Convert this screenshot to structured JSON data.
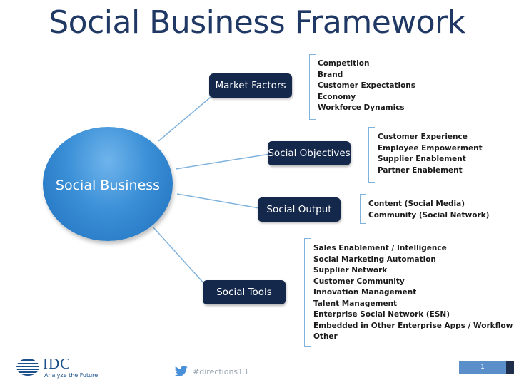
{
  "title": "Social Business Framework",
  "hub": {
    "label": "Social Business"
  },
  "branches": [
    {
      "label": "Market Factors",
      "items": [
        "Competition",
        "Brand",
        "Customer Expectations",
        "Economy",
        "Workforce Dynamics"
      ]
    },
    {
      "label": "Social Objectives",
      "items": [
        "Customer Experience",
        "Employee Empowerment",
        "Supplier Enablement",
        "Partner Enablement"
      ]
    },
    {
      "label": "Social Output",
      "items": [
        "Content (Social Media)",
        "Community (Social Network)"
      ]
    },
    {
      "label": "Social Tools",
      "items": [
        "Sales Enablement / Intelligence",
        "Social Marketing Automation",
        "Supplier Network",
        "Customer Community",
        "Innovation Management",
        "Talent Management",
        "Enterprise Social Network (ESN)",
        "Embedded in Other Enterprise Apps / Workflow",
        "Other"
      ]
    }
  ],
  "footer": {
    "logo_text": "IDC",
    "logo_tagline": "Analyze the Future",
    "logo_icon": "globe-icon",
    "social_icon": "twitter-bird-icon",
    "hashtag": "#directions13",
    "page_number": "1"
  },
  "colors": {
    "title": "#1f3864",
    "node_fill": "#14284b",
    "hub_fill": "#3a8fd6",
    "connector": "#7fb2dc",
    "page_box": "#5b8fc9"
  }
}
